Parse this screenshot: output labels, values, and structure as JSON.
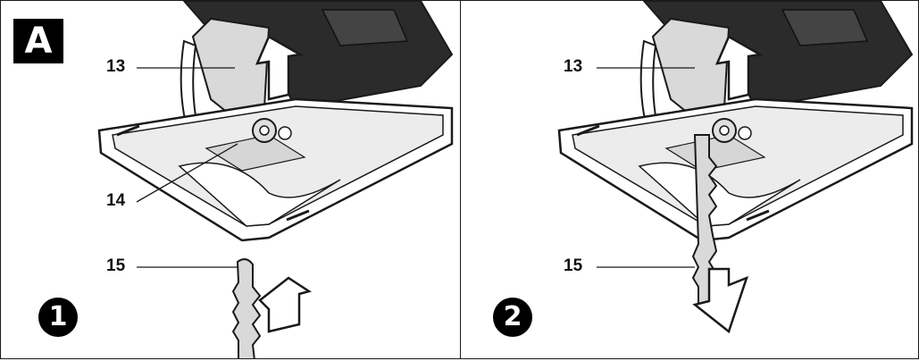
{
  "figure_label": "A",
  "panels": [
    {
      "step": "1",
      "callouts": {
        "c13": "13",
        "c14": "14",
        "c15": "15"
      }
    },
    {
      "step": "2",
      "callouts": {
        "c13": "13",
        "c15": "15"
      }
    }
  ],
  "colors": {
    "ink": "#1a1a1a",
    "fill": "#ffffff",
    "shade": "#e6e6e6",
    "tool_body": "#2b2b2b"
  },
  "icons": {
    "arrow_up": "insert-arrow-icon",
    "arrow_down": "release-arrow-icon"
  }
}
